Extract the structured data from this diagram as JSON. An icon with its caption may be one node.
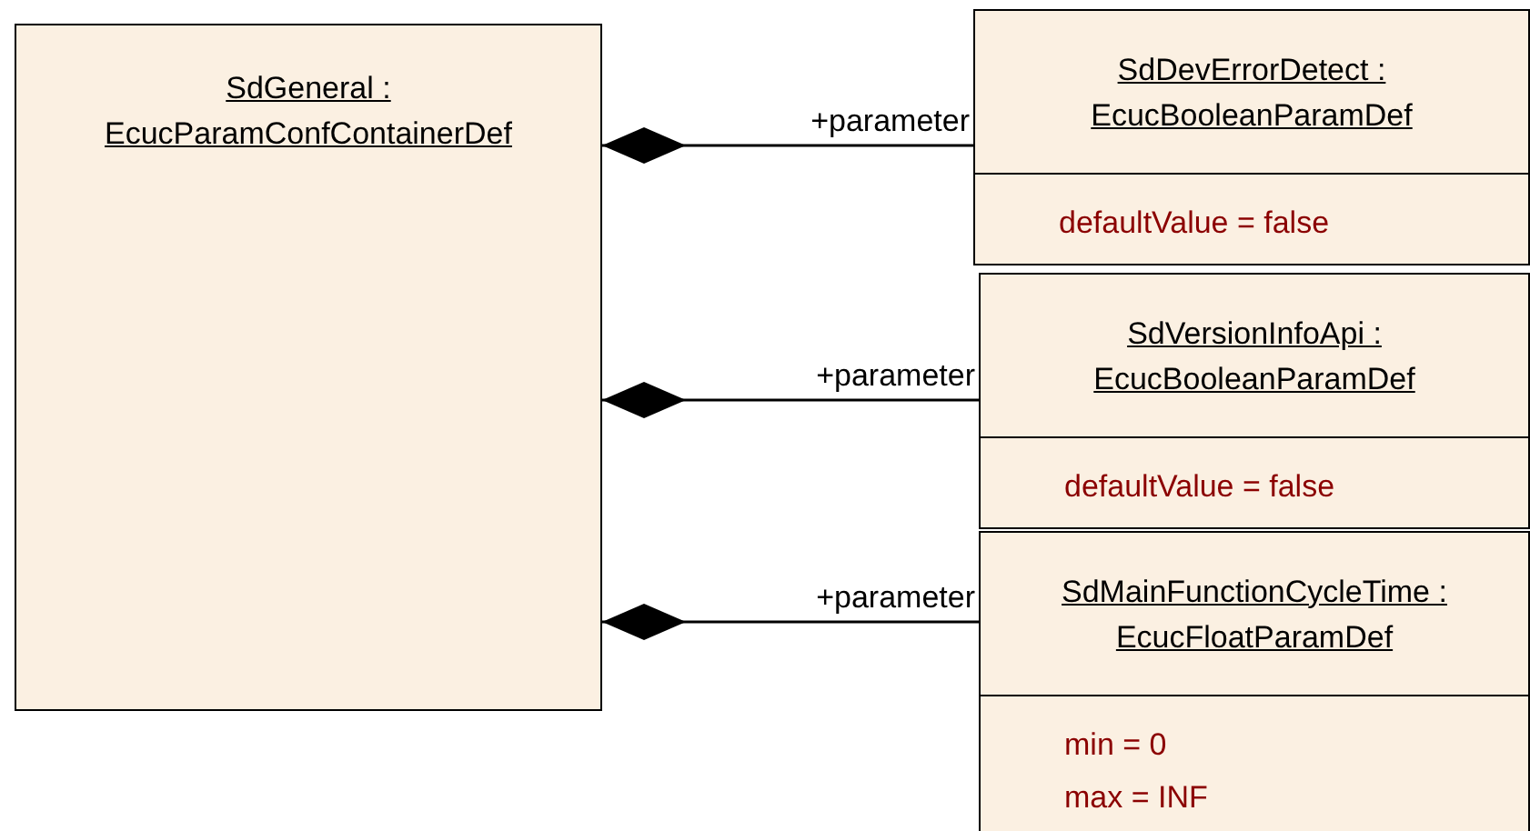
{
  "diagram": {
    "nodes": [
      {
        "text": [
          "SdGeneral : EcucParamConfContainerDef"
        ]
      },
      {
        "text": [
          "SdDevErrorDetect : EcucBooleanParamDef",
          "defaultValue = false"
        ]
      },
      {
        "text": [
          "SdVersionInfoApi : EcucBooleanParamDef",
          "defaultValue = false"
        ]
      },
      {
        "text": [
          "SdMainFunctionCycleTime : EcucFloatParamDef",
          "min = 0",
          "max = INF"
        ]
      }
    ],
    "edges": [
      {
        "from": 0,
        "to": 1,
        "arrow": "other",
        "label": "+parameter"
      },
      {
        "from": 0,
        "to": 2,
        "arrow": "other",
        "label": "+parameter"
      },
      {
        "from": 0,
        "to": 3,
        "arrow": "other",
        "label": "+parameter"
      }
    ]
  }
}
